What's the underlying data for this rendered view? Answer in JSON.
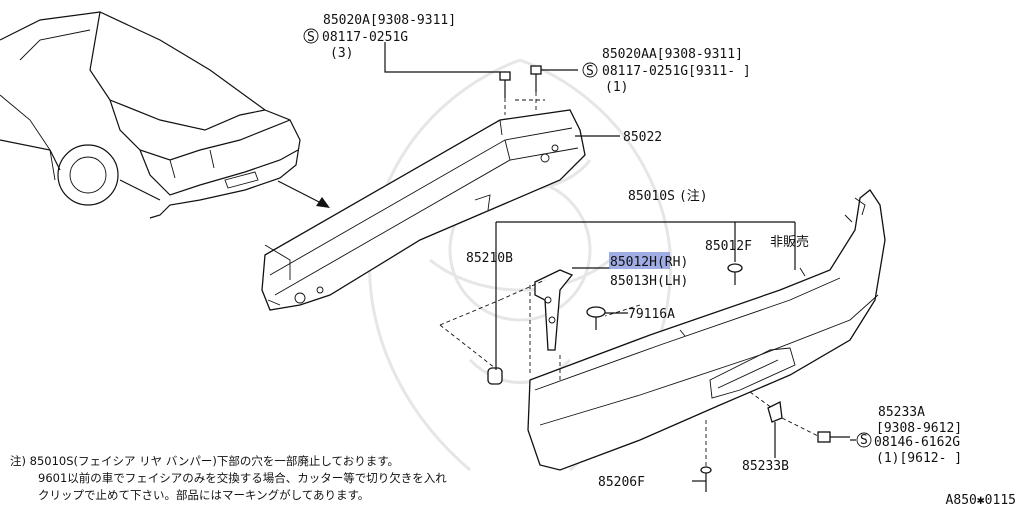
{
  "diagram": {
    "highlight_color": "#8f9fe0",
    "callouts": {
      "p85020A": {
        "part": "85020A",
        "range": "[9308-9311]",
        "s_symbol": "S",
        "sub_part": "08117-0251G",
        "qty": "(3)"
      },
      "p85020AA": {
        "part": "85020AA",
        "range": "[9308-9311]",
        "s_symbol": "S",
        "sub_part": "08117-0251G",
        "sub_range": "[9311-     ]",
        "qty": "(1)"
      },
      "p85022": {
        "part": "85022"
      },
      "p85010S": {
        "part": "85010S",
        "note_mark": "(注)"
      },
      "p85012F": {
        "part": "85012F"
      },
      "not_for_sale": {
        "text": "非販売"
      },
      "p85210B": {
        "part": "85210B"
      },
      "p85012H": {
        "part": "85012H",
        "side": "(RH)"
      },
      "p85013H": {
        "part": "85013H",
        "side": "(LH)"
      },
      "p79116A": {
        "part": "79116A"
      },
      "p85233A": {
        "part": "85233A",
        "range": "[9308-9612]",
        "s_symbol": "S",
        "sub_part": "08146-6162G",
        "qty_range": "(1)[9612-     ]"
      },
      "p85233B": {
        "part": "85233B"
      },
      "p85206F": {
        "part": "85206F"
      }
    },
    "footnote": {
      "line1": "注) 85010S(フェイシア リヤ バンパー)下部の穴を一部廃止しております。",
      "line2": "9601以前の車でフェイシアのみを交換する場合、カッター等で切り欠きを入れ",
      "line3": "クリップで止めて下さい。部品にはマーキングがしてあります。"
    },
    "diagram_code": "A850✱0115"
  }
}
